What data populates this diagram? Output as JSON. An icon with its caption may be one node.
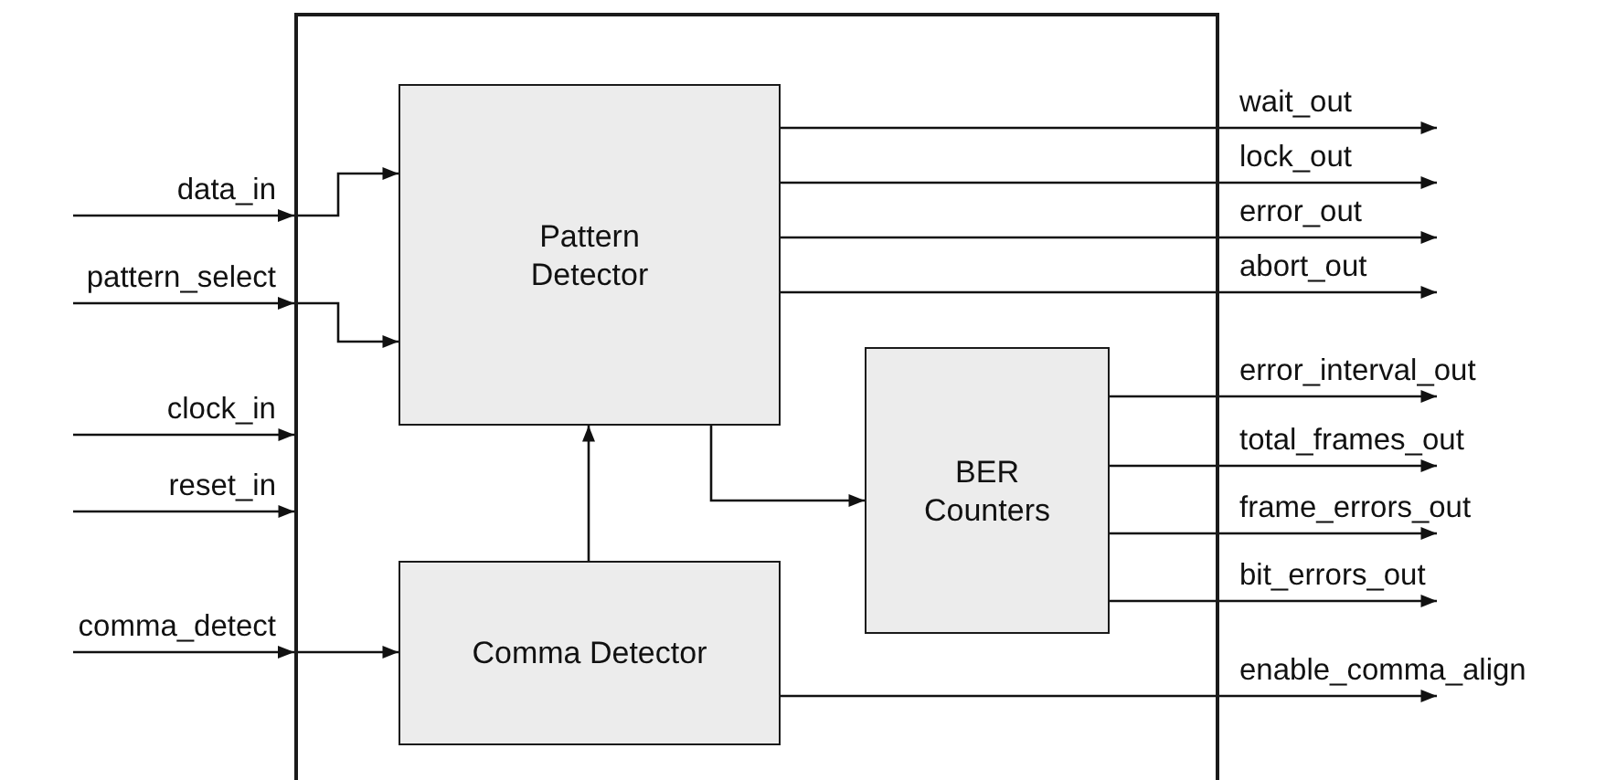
{
  "diagram": {
    "nodes": [
      {
        "text": [],
        "shape": "box"
      },
      {
        "text": [
          "Pattern Detector"
        ],
        "in": 0
      },
      {
        "text": [
          "BER Counters"
        ],
        "in": 0
      },
      {
        "text": [
          "Comma Detector"
        ],
        "in": 0
      }
    ],
    "edges": [
      {
        "from": null,
        "to": 1,
        "arrow": "to",
        "label": "data_in"
      },
      {
        "from": null,
        "to": 1,
        "arrow": "to",
        "label": "pattern_select"
      },
      {
        "from": null,
        "to": 0,
        "arrow": "to",
        "label": "clock_in"
      },
      {
        "from": null,
        "to": 0,
        "arrow": "to",
        "label": "reset_in"
      },
      {
        "from": null,
        "to": 3,
        "arrow": "to",
        "label": "comma_detect"
      },
      {
        "from": 3,
        "to": 1,
        "arrow": "to"
      },
      {
        "from": 1,
        "to": 2,
        "arrow": "to"
      },
      {
        "from": 1,
        "to": null,
        "arrow": "to",
        "label": "wait_out"
      },
      {
        "from": 1,
        "to": null,
        "arrow": "to",
        "label": "lock_out"
      },
      {
        "from": 1,
        "to": null,
        "arrow": "to",
        "label": "error_out"
      },
      {
        "from": 1,
        "to": null,
        "arrow": "to",
        "label": "abort_out"
      },
      {
        "from": 2,
        "to": null,
        "arrow": "to",
        "label": "error_interval_out"
      },
      {
        "from": 2,
        "to": null,
        "arrow": "to",
        "label": "total_frames_out"
      },
      {
        "from": 2,
        "to": null,
        "arrow": "to",
        "label": "frame_errors_out"
      },
      {
        "from": 2,
        "to": null,
        "arrow": "to",
        "label": "bit_errors_out"
      },
      {
        "from": 3,
        "to": null,
        "arrow": "to",
        "label": "enable_comma_align"
      }
    ]
  }
}
